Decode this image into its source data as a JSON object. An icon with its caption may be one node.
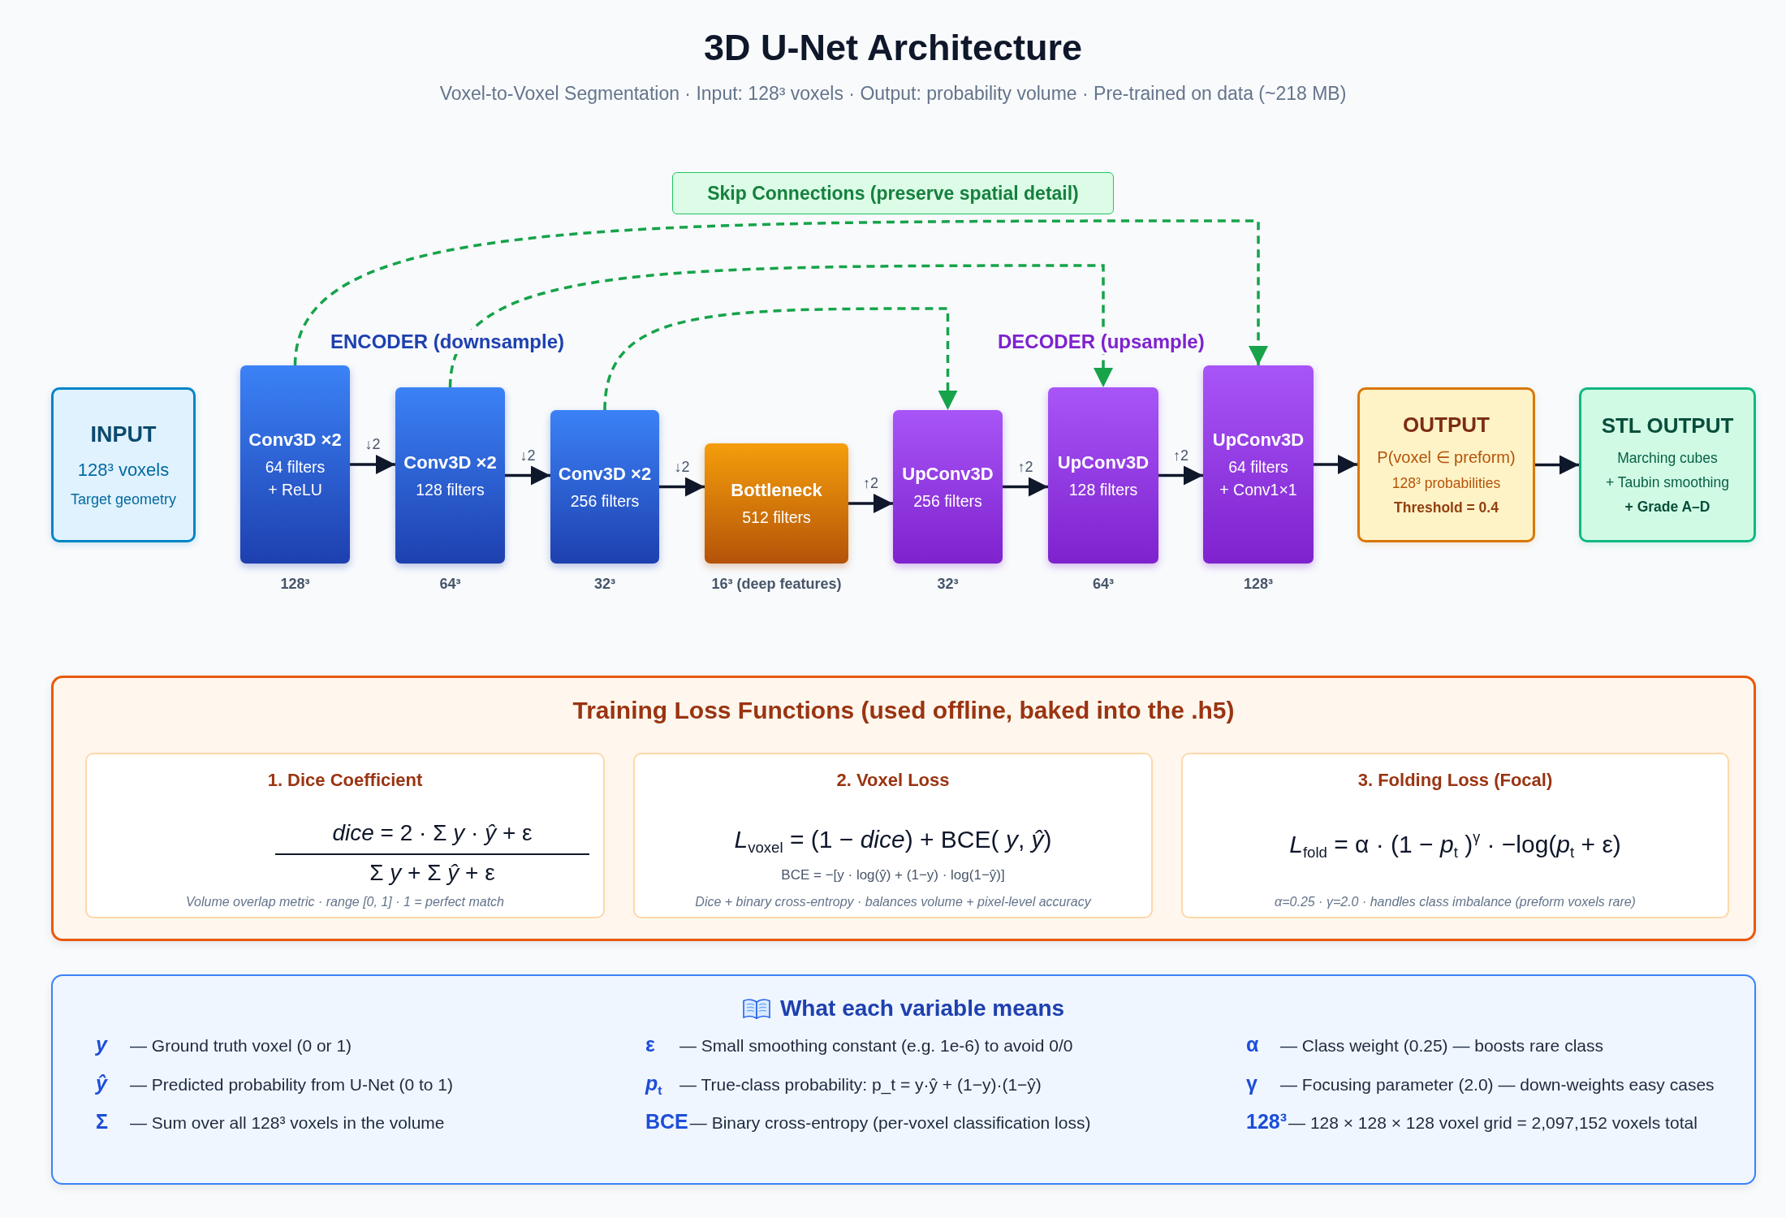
{
  "diagram": {
    "title": "3D U-Net Architecture",
    "nodes": [
      {
        "text": [
          "Skip Connections (preserve spatial detail)"
        ]
      },
      {
        "text": [
          "INPUT",
          "128³ voxels",
          "Target geometry"
        ]
      },
      {
        "text": [
          "Conv3D ×2",
          "64 filters",
          "+ ReLU"
        ],
        "beside": [
          "128³"
        ]
      },
      {
        "text": [
          "Conv3D ×2",
          "128 filters"
        ],
        "beside": [
          "64³"
        ]
      },
      {
        "text": [
          "Conv3D ×2",
          "256 filters"
        ],
        "beside": [
          "32³"
        ]
      },
      {
        "text": [
          "Bottleneck",
          "512 filters"
        ],
        "beside": [
          "16³ (deep features)"
        ]
      },
      {
        "text": [
          "UpConv3D",
          "256 filters"
        ],
        "beside": [
          "32³"
        ]
      },
      {
        "text": [
          "UpConv3D",
          "128 filters"
        ],
        "beside": [
          "64³"
        ]
      },
      {
        "text": [
          "UpConv3D",
          "64 filters",
          "+ Conv1×1"
        ],
        "beside": [
          "128³"
        ]
      },
      {
        "text": [
          "OUTPUT",
          "P(voxel ∈ preform)",
          "128³ probabilities",
          "Threshold = 0.4"
        ]
      },
      {
        "text": [
          "STL OUTPUT",
          "Marching cubes",
          "+ Taubin smoothing",
          "+ Grade A–D"
        ]
      },
      {
        "text": [
          "Training Loss Functions (used offline, baked into the .h5)"
        ]
      },
      {
        "text": [
          "1. Dice Coefficient",
          "*dice* = 2 · Σ *y* · *ŷ* + ε",
          "Σ *y* + Σ *ŷ* + ε",
          "Volume overlap metric · range [0, 1] · 1 = perfect match"
        ],
        "in": 11
      },
      {
        "text": [
          "2. Voxel Loss",
          "*L*$_{voxel}$ = (1 − *dice*) + BCE( *y*, *ŷ*)",
          "BCE = −[y · log(ŷ) + (1−y) · log(1−ŷ)]",
          "Dice + binary cross-entropy · balances volume + pixel-level accuracy"
        ],
        "in": 11
      },
      {
        "text": [
          "3. Folding Loss (Focal)",
          "*L*$_{fold}$ = α · (1 − *p*$_{t}$ )$^{γ}$ · −log(*p*$_{t}$ + ε)",
          "α=0.25 · γ=2.0 · handles class imbalance (preform voxels rare)"
        ],
        "in": 11
      },
      {
        "text": [
          "What each variable means",
          "y",
          "— Ground truth voxel (0 or 1)",
          "ε",
          "— Small smoothing constant (e.g. 1e-6) to avoid 0/0",
          "α",
          "— Class weight (0.25) — boosts rare class",
          "ŷ",
          "— Predicted probability from U-Net (0 to 1)",
          "*p*$_{t}$",
          "— True-class probability: p_t = y·ŷ + (1−y)·(1−ŷ)",
          "γ",
          "— Focusing parameter (2.0) — down-weights easy cases",
          "Σ",
          "— Sum over all 128³ voxels in the volume",
          "BCE",
          "— Binary cross-entropy (per-voxel classification loss)",
          "128³",
          "— 128 × 128 × 128 voxel grid = 2,097,152 voxels total"
        ]
      }
    ],
    "edges": [
      {
        "from": 2,
        "to": 3,
        "arrow": "to",
        "label": "↓2"
      },
      {
        "from": 3,
        "to": 4,
        "arrow": "to",
        "label": "↓2"
      },
      {
        "from": 4,
        "to": 5,
        "arrow": "to",
        "label": "↓2"
      },
      {
        "from": 5,
        "to": 6,
        "arrow": "to",
        "label": "↑2"
      },
      {
        "from": 6,
        "to": 7,
        "arrow": "to",
        "label": "↑2"
      },
      {
        "from": 7,
        "to": 8,
        "arrow": "to",
        "label": "↑2"
      },
      {
        "from": 8,
        "to": 9,
        "arrow": "to"
      },
      {
        "from": 9,
        "to": 10,
        "arrow": "to"
      },
      {
        "from": 2,
        "to": 8,
        "arrow": "to",
        "style": "dashed",
        "color": "#16a34a"
      },
      {
        "from": 3,
        "to": 7,
        "arrow": "to",
        "style": "dashed",
        "color": "#16a34a"
      },
      {
        "from": 4,
        "to": 6,
        "arrow": "to",
        "style": "dashed",
        "color": "#16a34a"
      }
    ],
    "labels": [
      "Voxel-to-Voxel Segmentation · Input: 128³ voxels · Output: probability volume · Pre-trained on data (~218 MB)",
      "ENCODER (downsample)",
      "DECODER (upsample)"
    ]
  }
}
